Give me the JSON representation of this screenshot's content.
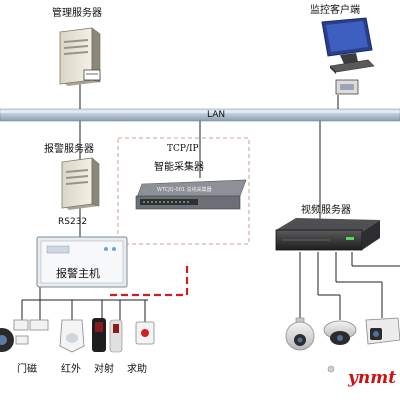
{
  "labels": {
    "mgmt_server": "管理服务器",
    "monitor_client": "监控客户端",
    "lan": "LAN",
    "tcpip": "TCP/IP",
    "smart_collector": "智能采集器",
    "collector_device_text": "WTCJQ-001 总线采集器",
    "alarm_server": "报警服务器",
    "rs232": "RS232",
    "alarm_host": "报警主机",
    "video_server": "视频服务器",
    "door_magnet": "门磁",
    "infrared": "红外",
    "beam": "对射",
    "help": "求助"
  },
  "watermark": "ynmt",
  "colors": {
    "lan_bar": "#b7c6d6",
    "dashed_box": "#c8a08a",
    "alarm_link": "#d21c1c",
    "watermark": "#d01010"
  }
}
